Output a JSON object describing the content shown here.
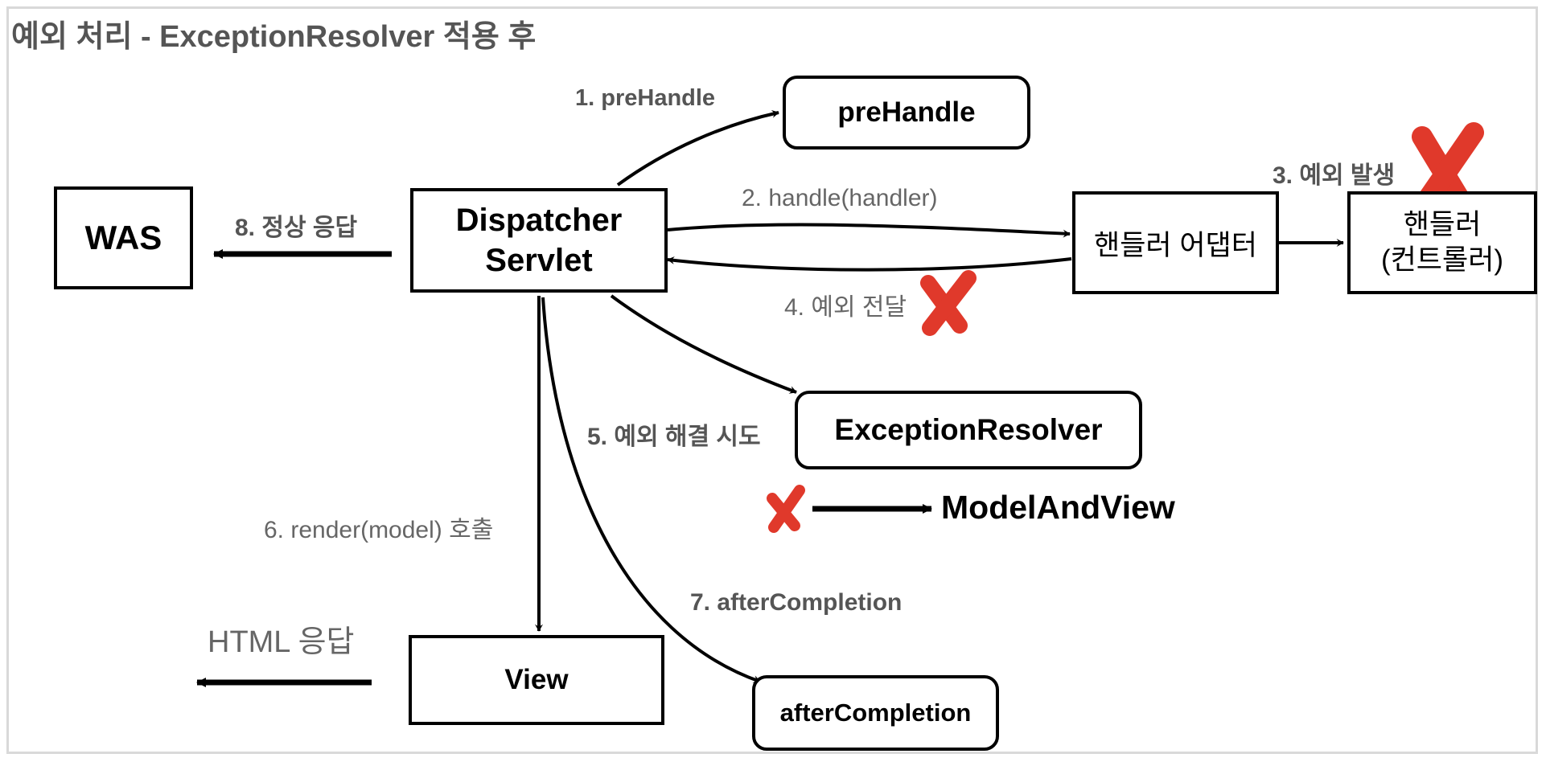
{
  "title": "예외 처리 - ExceptionResolver 적용 후",
  "boxes": {
    "was": "WAS",
    "dispatcher": "Dispatcher\nServlet",
    "prehandle": "preHandle",
    "adapter": "핸들러 어댑터",
    "controller": "핸들러\n(컨트롤러)",
    "resolver": "ExceptionResolver",
    "view": "View",
    "aftercompletion": "afterCompletion"
  },
  "labels": {
    "step1": "1. preHandle",
    "step2": "2. handle(handler)",
    "step3": "3. 예외 발생",
    "step4": "4. 예외 전달",
    "step5": "5. 예외 해결 시도",
    "step6": "6. render(model) 호출",
    "step7": "7. afterCompletion",
    "step8": "8. 정상 응답",
    "html_response": "HTML 응답",
    "model_and_view": "ModelAndView"
  },
  "colors": {
    "cross": "#e0392b"
  }
}
